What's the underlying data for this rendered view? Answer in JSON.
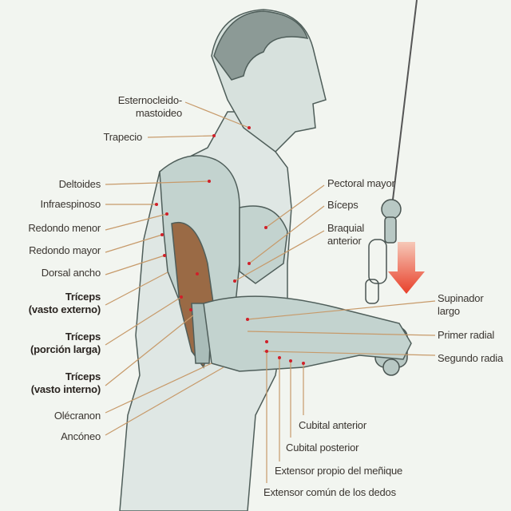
{
  "colors": {
    "background": "#f2f5f0",
    "leader_line": "#c79a6a",
    "marker_dot": "#d0202a",
    "arrow": "#e8503a",
    "muscle": "#b9cbc6",
    "triceps": "#9a6a45"
  },
  "icons": {
    "arrow": "down-arrow-icon"
  },
  "left_labels": [
    {
      "lines": [
        "Esternocleido-",
        "mastoideo"
      ],
      "bold": false
    },
    {
      "lines": [
        "Trapecio"
      ],
      "bold": false
    },
    {
      "lines": [
        "Deltoides"
      ],
      "bold": false
    },
    {
      "lines": [
        "Infraespinoso"
      ],
      "bold": false
    },
    {
      "lines": [
        "Redondo menor"
      ],
      "bold": false
    },
    {
      "lines": [
        "Redondo mayor"
      ],
      "bold": false
    },
    {
      "lines": [
        "Dorsal ancho"
      ],
      "bold": false
    },
    {
      "lines": [
        "Tríceps",
        "(vasto externo)"
      ],
      "bold": true
    },
    {
      "lines": [
        "Tríceps",
        "(porción larga)"
      ],
      "bold": true
    },
    {
      "lines": [
        "Tríceps",
        "(vasto interno)"
      ],
      "bold": true
    },
    {
      "lines": [
        "Olécranon"
      ],
      "bold": false
    },
    {
      "lines": [
        "Ancóneo"
      ],
      "bold": false
    }
  ],
  "right_labels": [
    {
      "lines": [
        "Pectoral mayor"
      ]
    },
    {
      "lines": [
        "Bíceps"
      ]
    },
    {
      "lines": [
        "Braquial",
        "anterior"
      ]
    },
    {
      "lines": [
        "Supinador",
        "largo"
      ]
    },
    {
      "lines": [
        "Primer radial"
      ]
    },
    {
      "lines": [
        "Segundo radia"
      ]
    }
  ],
  "bottom_labels": [
    {
      "lines": [
        "Cubital anterior"
      ]
    },
    {
      "lines": [
        "Cubital posterior"
      ]
    },
    {
      "lines": [
        "Extensor propio del meñique"
      ]
    },
    {
      "lines": [
        "Extensor común de los dedos"
      ]
    }
  ]
}
